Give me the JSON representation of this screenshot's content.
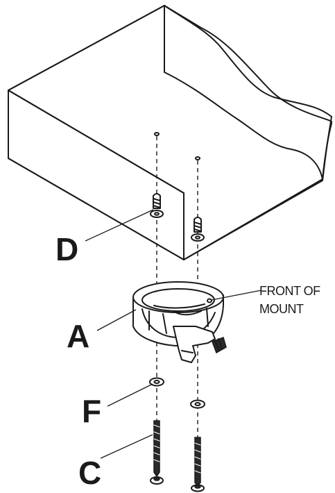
{
  "labels": {
    "d": "D",
    "a": "A",
    "f": "F",
    "c": "C",
    "front_line1": "FRONT OF",
    "front_line2": "MOUNT"
  },
  "icons": {
    "ceiling": "ceiling-block-icon",
    "mount": "camera-mount-icon",
    "anchor": "wall-anchor-icon",
    "washer": "washer-icon",
    "screw": "screw-icon"
  },
  "colors": {
    "ink": "#1a1a1a",
    "background": "#ffffff"
  }
}
